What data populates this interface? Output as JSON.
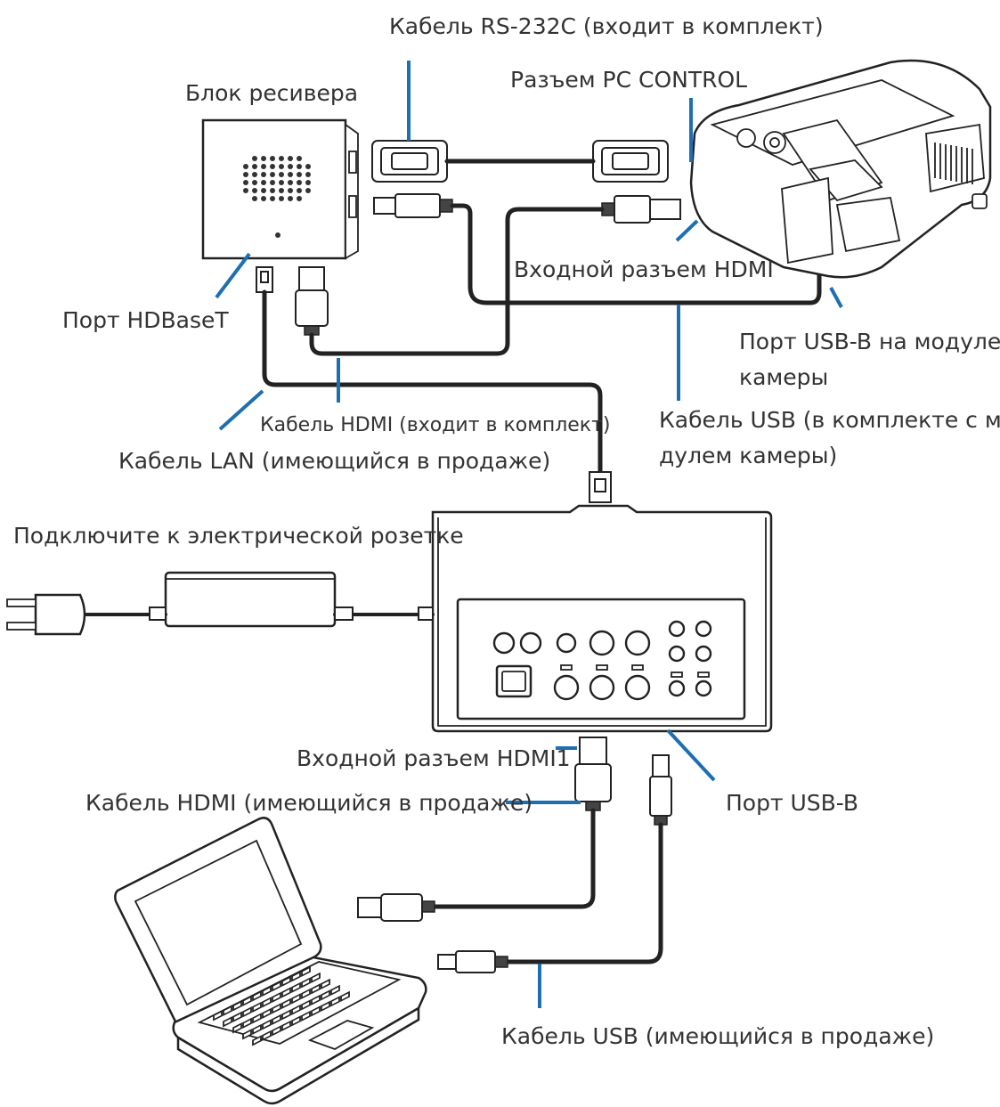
{
  "labels": {
    "rs232_cable": "Кабель RS-232C (входит в комплект)",
    "pc_control": "Разъем PC CONTROL",
    "receiver_box": "Блок ресивера",
    "hdmi_input": "Входной разъем HDMI",
    "hdbaset_port": "Порт HDBaseT",
    "usb_b_camera_line1": "Порт USB-B на модуле",
    "usb_b_camera_line2": "камеры",
    "hdmi_cable_included": "Кабель HDMI (входит в комплект)",
    "usb_cable_camera_line1": "Кабель USB (в комплекте с мо-",
    "usb_cable_camera_line2": "дулем камеры)",
    "lan_cable": "Кабель LAN (имеющийся в продаже)",
    "power_outlet": "Подключите к электрической розетке",
    "hdmi1_input": "Входной разъем HDMI1",
    "hdmi_cable_retail": "Кабель HDMI (имеющийся в продаже)",
    "usb_b_port": "Порт USB-B",
    "usb_cable_retail": "Кабель USB (имеющийся в продаже)"
  },
  "colors": {
    "leader_line": "#1d6fb3",
    "cable": "#222222",
    "text": "#333333"
  }
}
